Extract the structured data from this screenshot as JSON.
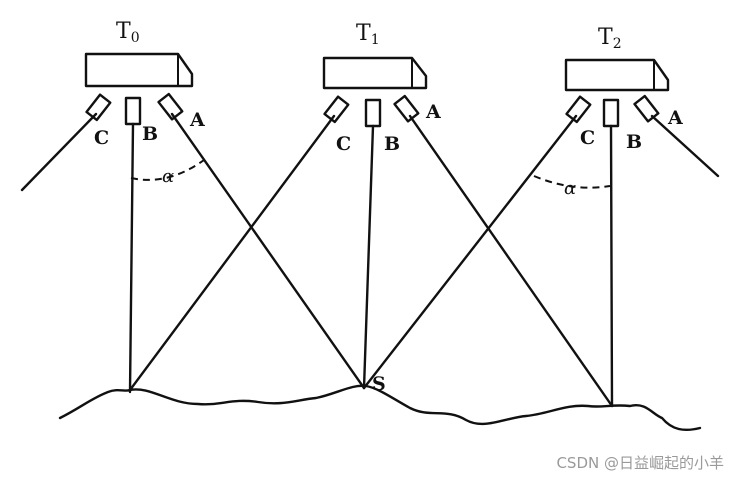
{
  "stations": [
    {
      "main": "T",
      "sub": "0",
      "camera_a": "A",
      "camera_b": "B",
      "camera_c": "C"
    },
    {
      "main": "T",
      "sub": "1",
      "camera_a": "A",
      "camera_b": "B",
      "camera_c": "C"
    },
    {
      "main": "T",
      "sub": "2",
      "camera_a": "A",
      "camera_b": "B",
      "camera_c": "C"
    }
  ],
  "angle_symbol": "α",
  "ground_point_label": "S",
  "watermark": "CSDN @日益崛起的小羊"
}
